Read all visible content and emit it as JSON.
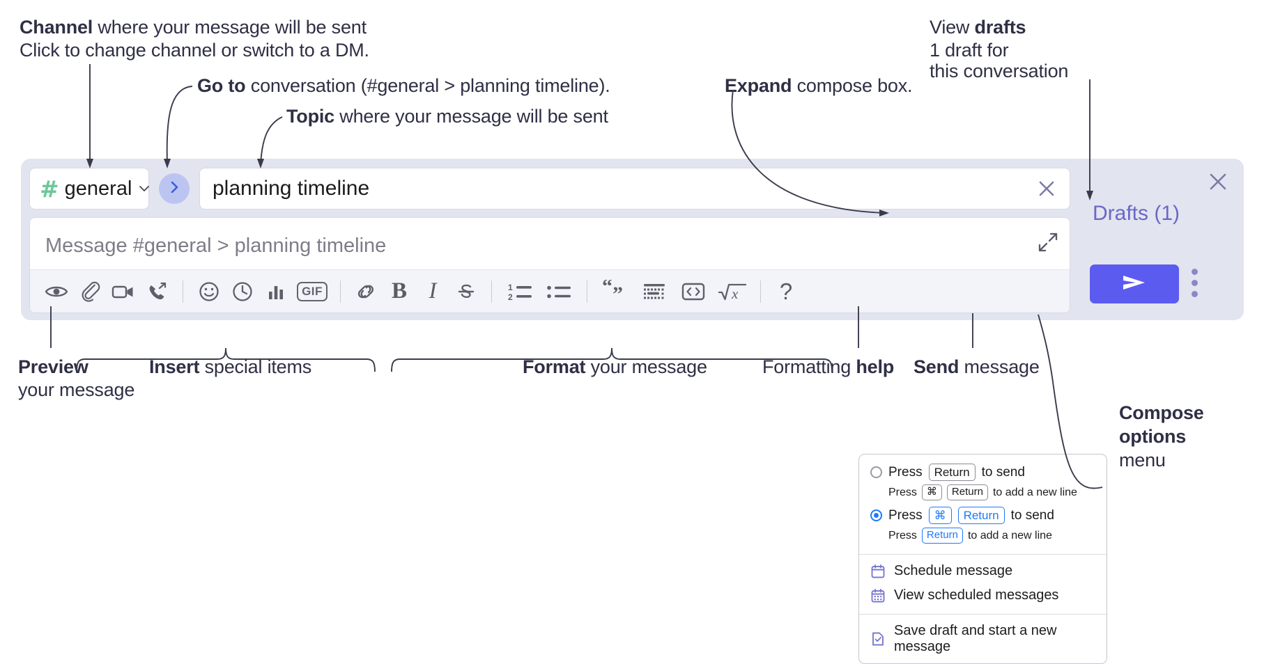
{
  "annotations": {
    "channel": {
      "bold": "Channel",
      "rest": " where your message will be sent",
      "italic": "Click to change channel or switch to a DM."
    },
    "goto": {
      "bold": "Go to",
      "rest": " conversation (#general > planning timeline)."
    },
    "topic": {
      "bold": "Topic",
      "rest": " where your message will be sent"
    },
    "expand": {
      "bold": "Expand",
      "rest": " compose box."
    },
    "drafts": {
      "plain": "View ",
      "bold": "drafts",
      "italic_line1": "1 draft for",
      "italic_line2": "this conversation"
    },
    "preview": {
      "bold": "Preview",
      "line2": "your message"
    },
    "insert": {
      "bold": "Insert",
      "rest": " special items"
    },
    "format": {
      "bold": "Format",
      "rest": " your message"
    },
    "formatting_help": {
      "plain": "Formatting ",
      "bold": "help"
    },
    "send": {
      "bold": "Send",
      "rest": " message"
    },
    "compose_options": {
      "bold_line1": "Compose",
      "bold_line2": "options",
      "plain_line3": "menu"
    }
  },
  "compose": {
    "channel": {
      "hash": "#",
      "name": "general",
      "chevron_icon": "chevron-down-icon"
    },
    "goto_icon": "chevron-right-icon",
    "topic": {
      "value": "planning timeline",
      "clear_icon": "close-icon"
    },
    "message": {
      "placeholder": "Message #general > planning timeline",
      "value": ""
    },
    "expand_icon": "expand-diagonal-icon",
    "toolbar": [
      {
        "name": "preview-icon",
        "label": "Preview",
        "glyph": "eye"
      },
      {
        "name": "attachment-icon",
        "label": "Attach file",
        "glyph": "paperclip"
      },
      {
        "name": "video-icon",
        "label": "Record video clip",
        "glyph": "video"
      },
      {
        "name": "audio-icon",
        "label": "Record audio clip",
        "glyph": "phone-forward"
      },
      {
        "name": "separator",
        "label": "",
        "glyph": "sep"
      },
      {
        "name": "emoji-icon",
        "label": "Emoji",
        "glyph": "smiley"
      },
      {
        "name": "reminder-icon",
        "label": "Reminder",
        "glyph": "clock"
      },
      {
        "name": "poll-icon",
        "label": "Poll",
        "glyph": "bars"
      },
      {
        "name": "gif-icon",
        "label": "GIF",
        "glyph": "gif"
      },
      {
        "name": "separator",
        "label": "",
        "glyph": "sep"
      },
      {
        "name": "link-icon",
        "label": "Link",
        "glyph": "link"
      },
      {
        "name": "bold-icon",
        "label": "Bold",
        "glyph": "bold"
      },
      {
        "name": "italic-icon",
        "label": "Italic",
        "glyph": "italic"
      },
      {
        "name": "strikethrough-icon",
        "label": "Strikethrough",
        "glyph": "strike"
      },
      {
        "name": "separator",
        "label": "",
        "glyph": "sep"
      },
      {
        "name": "ordered-list-icon",
        "label": "Ordered list",
        "glyph": "ol"
      },
      {
        "name": "bulleted-list-icon",
        "label": "Bulleted list",
        "glyph": "ul"
      },
      {
        "name": "separator",
        "label": "",
        "glyph": "sep"
      },
      {
        "name": "blockquote-icon",
        "label": "Blockquote",
        "glyph": "quote"
      },
      {
        "name": "code-block-icon",
        "label": "Code block",
        "glyph": "codeblock"
      },
      {
        "name": "inline-code-icon",
        "label": "Code",
        "glyph": "code"
      },
      {
        "name": "math-icon",
        "label": "Math",
        "glyph": "math"
      },
      {
        "name": "separator",
        "label": "",
        "glyph": "sep"
      },
      {
        "name": "formatting-help-icon",
        "label": "Formatting help",
        "glyph": "question"
      }
    ],
    "gif_label": "GIF",
    "bold_label": "B",
    "italic_label": "I",
    "help_label": "?",
    "drafts_label": "Drafts (1)",
    "send_icon": "send-paper-plane-icon",
    "panel_close_icon": "close-icon",
    "kebab_icon": "more-options-vertical-icon"
  },
  "menu": {
    "option1": {
      "main_before": "Press ",
      "main_key": "Return",
      "main_after": " to send",
      "sub_before": "Press ",
      "sub_key1": "⌘",
      "sub_key2": "Return",
      "sub_after": " to add a new line",
      "selected": false
    },
    "option2": {
      "main_before": "Press ",
      "main_key1": "⌘",
      "main_key2": "Return",
      "main_after": " to send",
      "sub_before": "Press ",
      "sub_key": "Return",
      "sub_after": " to add a new line",
      "selected": true
    },
    "items": [
      {
        "icon": "calendar-icon",
        "label": "Schedule message"
      },
      {
        "icon": "calendar-grid-icon",
        "label": "View scheduled messages"
      },
      {
        "icon": "save-draft-icon",
        "label": "Save draft and start a new message"
      }
    ]
  },
  "colors": {
    "panel_bg": "#e2e4f0",
    "accent_send": "#5b5bf0",
    "drafts_text": "#6a68c4",
    "hash_green": "#6dc79a",
    "goto_circle": "#bcc5f2",
    "blue_key": "#1d7afc",
    "menu_icon": "#7b79d1",
    "anno_text": "#2f2f45"
  }
}
